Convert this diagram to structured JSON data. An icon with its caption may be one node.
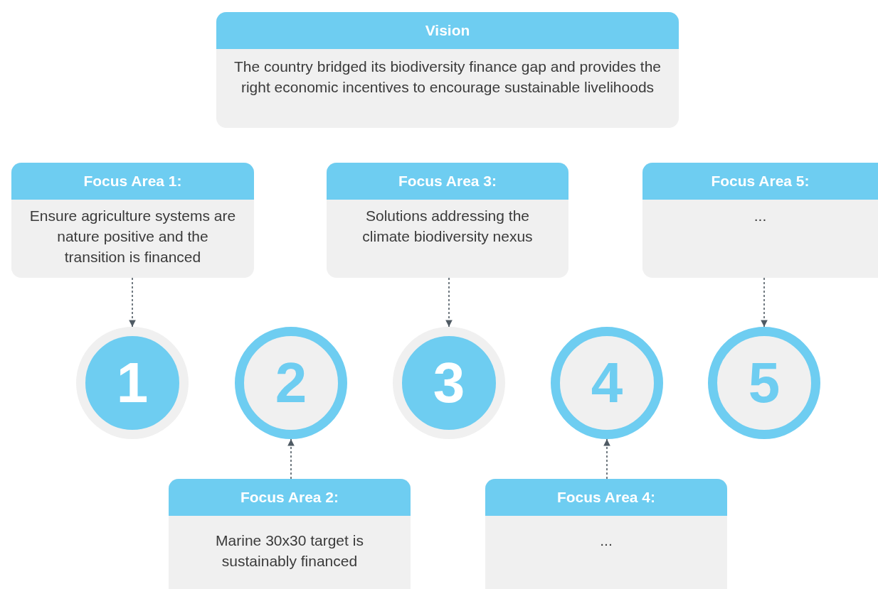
{
  "diagram": {
    "nodes": [
      {
        "text": [
          "Vision",
          "The country bridged its biodiversity finance gap and provides the right economic incentives to encourage sustainable livelihoods"
        ]
      },
      {
        "text": [
          "Focus Area 1:",
          "Ensure agriculture systems are nature positive and the transition is financed"
        ]
      },
      {
        "text": [
          "Focus Area 3:",
          "Solutions addressing the climate biodiversity nexus"
        ]
      },
      {
        "text": [
          "Focus Area 5:",
          "..."
        ]
      },
      {
        "text": [
          "1"
        ]
      },
      {
        "text": [
          "2"
        ]
      },
      {
        "text": [
          "3"
        ]
      },
      {
        "text": [
          "4"
        ]
      },
      {
        "text": [
          "5"
        ]
      },
      {
        "text": [
          "Focus Area 2:",
          "Marine 30x30 target is sustainably financed"
        ]
      },
      {
        "text": [
          "Focus Area 4:",
          "..."
        ]
      }
    ],
    "edges": [
      {
        "from": 1,
        "to": 4,
        "arrow": "to",
        "style": "dashed"
      },
      {
        "from": 2,
        "to": 6,
        "arrow": "to",
        "style": "dashed"
      },
      {
        "from": 3,
        "to": 8,
        "arrow": "to",
        "style": "dashed"
      },
      {
        "from": 9,
        "to": 5,
        "arrow": "to",
        "style": "dashed"
      },
      {
        "from": 10,
        "to": 7,
        "arrow": "to",
        "style": "dashed"
      }
    ]
  }
}
